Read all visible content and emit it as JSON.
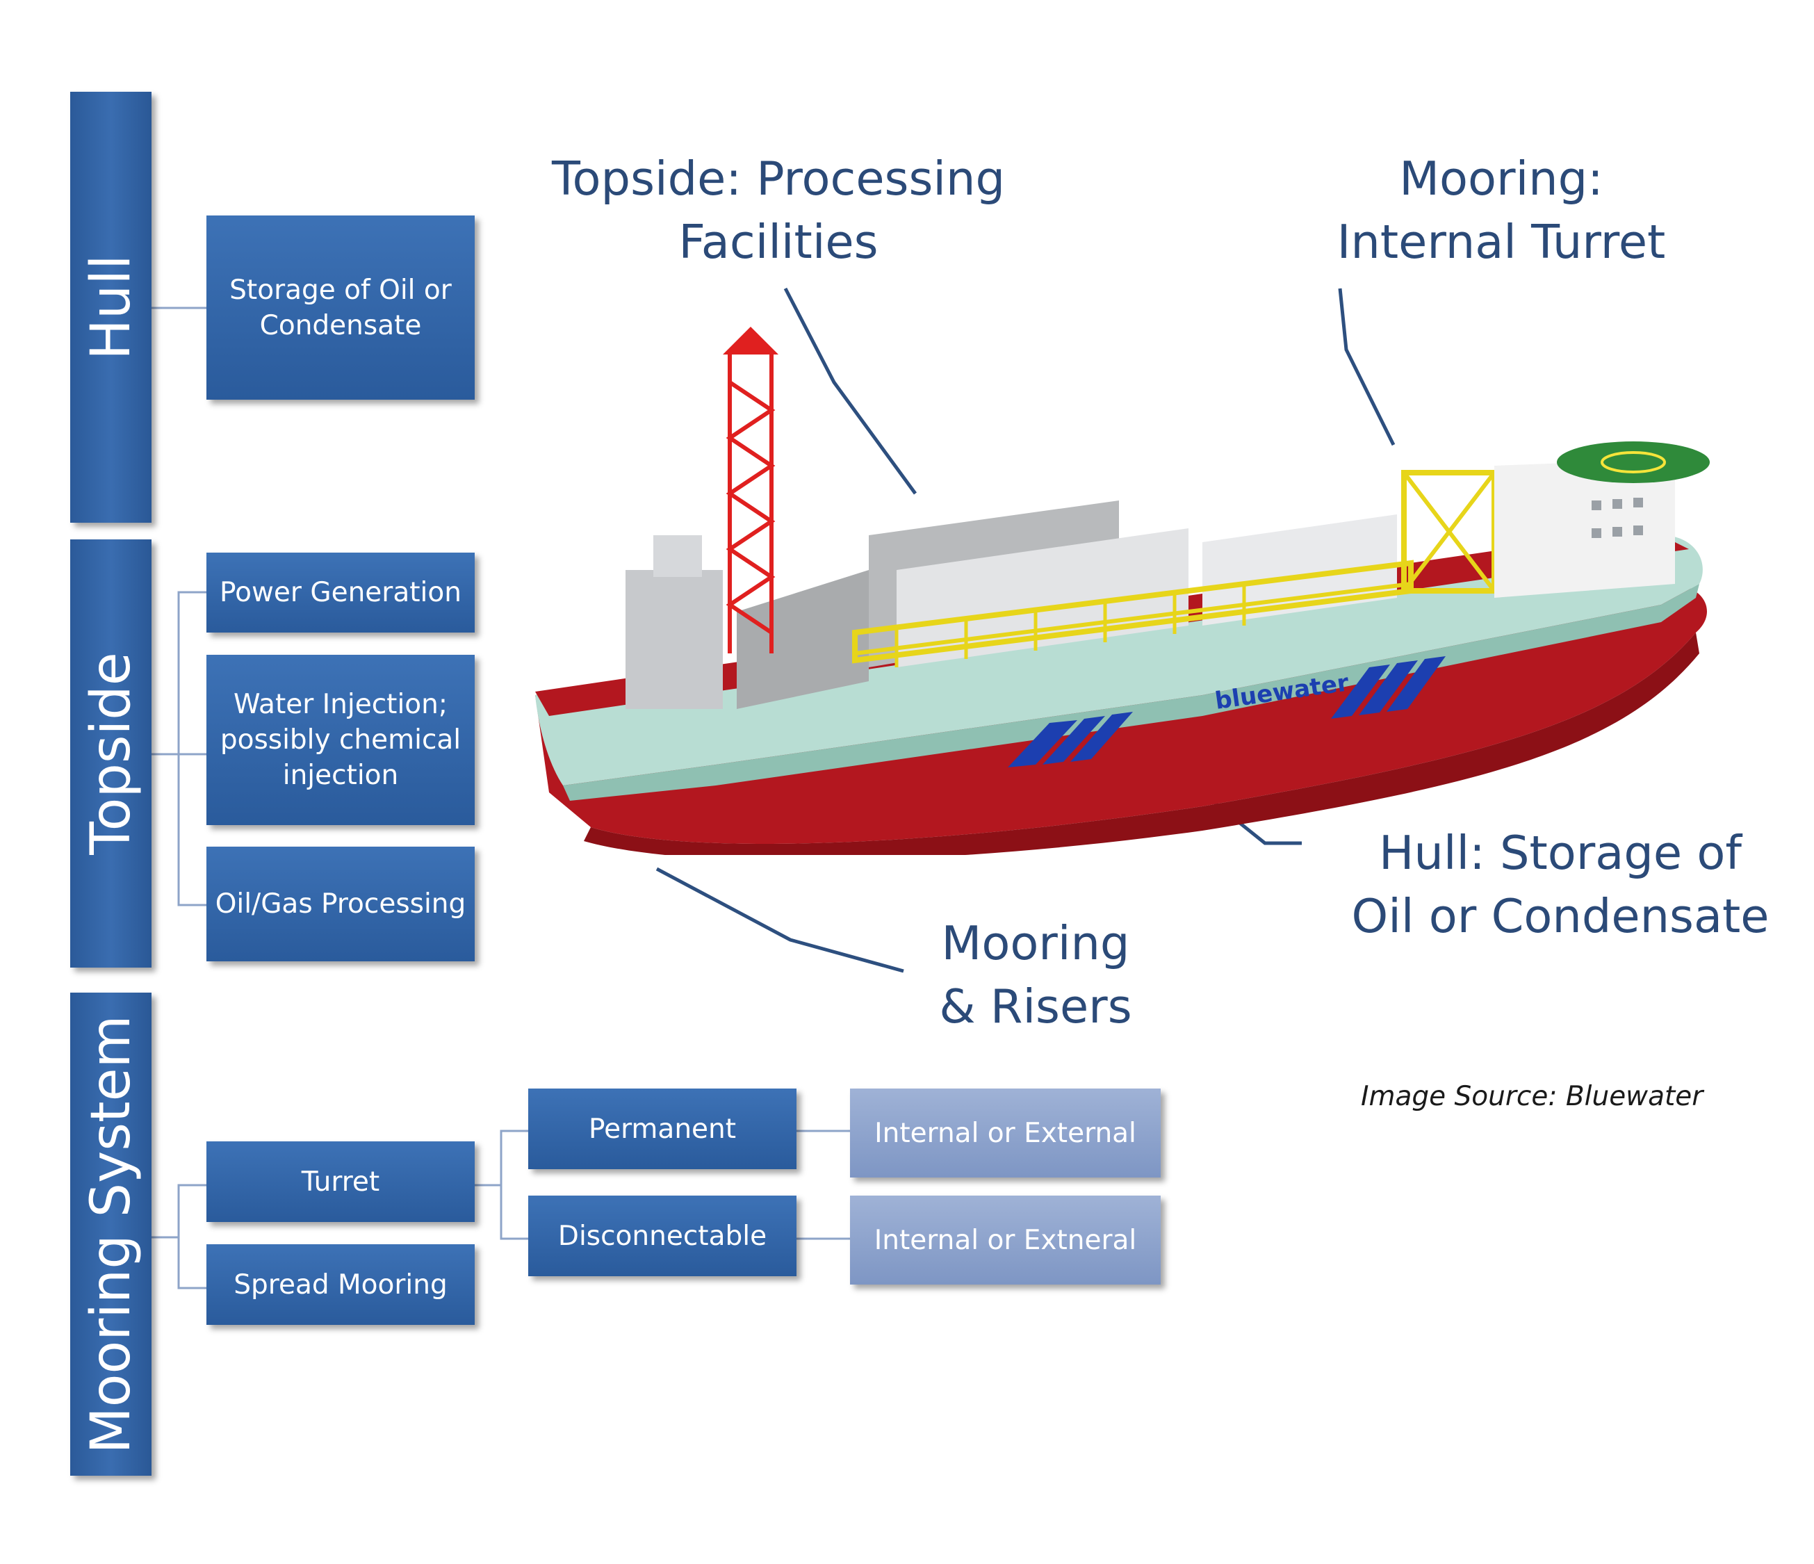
{
  "sidebar": {
    "hull": "Hull",
    "topside": "Topside",
    "mooring": "Mooring System"
  },
  "boxes": {
    "storage": "Storage of Oil or Condensate",
    "power": "Power Generation",
    "water": "Water Injection; possibly chemical injection",
    "oilgas": "Oil/Gas Processing",
    "turret": "Turret",
    "spread": "Spread Mooring",
    "permanent": "Permanent",
    "disconnectable": "Disconnectable",
    "internal1": "Internal or External",
    "internal2": "Internal or Extneral"
  },
  "callouts": {
    "topside_l1": "Topside: Processing",
    "topside_l2": "Facilities",
    "turret_l1": "Mooring:",
    "turret_l2": "Internal Turret",
    "hull_l1": "Hull: Storage of",
    "hull_l2": "Oil or Condensate",
    "risers_l1": "Mooring",
    "risers_l2": "& Risers"
  },
  "ship": {
    "brand": "bluewater"
  },
  "source": "Image Source: Bluewater",
  "colors": {
    "box": "#2e5f9f",
    "box_light": "#8ea4cd",
    "label": "#2b4a78",
    "hull_red": "#b3171f",
    "hull_green": "#b8ddd3"
  }
}
